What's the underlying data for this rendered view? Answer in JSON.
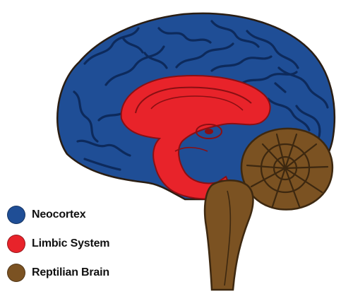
{
  "legend": {
    "items": [
      {
        "label": "Neocortex",
        "color": "#1f4e96",
        "icon": "neocortex-swatch"
      },
      {
        "label": "Limbic System",
        "color": "#e8232a",
        "icon": "limbic-swatch"
      },
      {
        "label": "Reptilian Brain",
        "color": "#7b5222",
        "icon": "reptilian-swatch"
      }
    ]
  },
  "colors": {
    "neocortex_fill": "#1f4e96",
    "neocortex_sulci": "#0d2a5c",
    "limbic_fill": "#e8232a",
    "limbic_line": "#8a0f13",
    "reptilian_fill": "#7b5222",
    "reptilian_line": "#3d2810",
    "outline": "#2a1d12"
  }
}
